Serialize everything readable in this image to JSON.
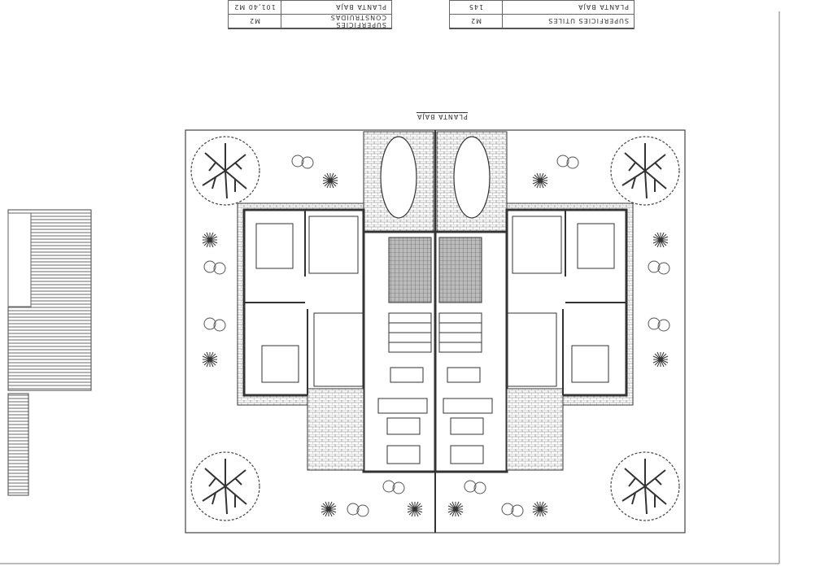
{
  "tables": {
    "built": {
      "header": "SUPERFICIES CONSTRUIDAS",
      "unit": "M2",
      "row_label": "PLANTA BAJA",
      "row_value": "101,40 M2"
    },
    "useful": {
      "header": "SUPERFICIES UTILES",
      "unit": "M2",
      "row_label": "PLANTA BAJA",
      "row_value": "145"
    }
  },
  "plan": {
    "title": "PLANTA BAJA"
  },
  "colors": {
    "line": "#333333",
    "paper": "#ffffff"
  }
}
